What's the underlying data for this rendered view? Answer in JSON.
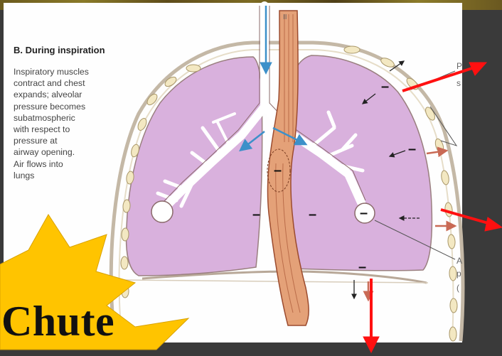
{
  "panel": {
    "title": "B. During inspiration",
    "text_lines": [
      "Inspiratory muscles",
      "contract and chest",
      "expands; alveolar",
      "pressure becomes",
      "subatmospheric",
      "with respect to",
      "pressure at",
      "airway opening.",
      "Air flows into",
      "lungs"
    ]
  },
  "labels": {
    "trachea_mark": "II",
    "cut_p1": "P",
    "cut_s": "s",
    "cut_a": "A",
    "cut_p2": "p",
    "cut_paren": "("
  },
  "pressure_signs": [
    "–",
    "–",
    "–",
    "–",
    "–",
    "–",
    "–"
  ],
  "overlay": {
    "burst_text": "Chute"
  },
  "colors": {
    "lung_fill": "#d9b1dd",
    "pleura_outline": "#9a7f7f",
    "rib_fill": "#f3e8c2",
    "airflow_arrow": "#3d90c9",
    "overlay_arrow": "#ff1010",
    "burst": "#ffc400",
    "background": "#3a3a3a"
  }
}
